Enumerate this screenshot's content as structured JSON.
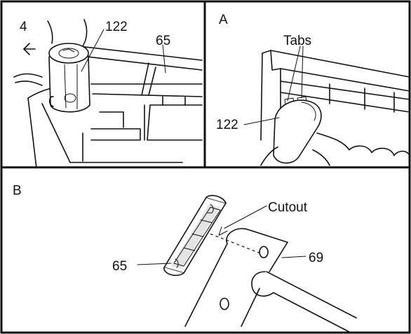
{
  "panel_top_left": {
    "callouts": [
      "4",
      "122",
      "65"
    ]
  },
  "panel_a": {
    "title": "A",
    "callouts": [
      "Tabs",
      "122"
    ]
  },
  "panel_b": {
    "title": "B",
    "callouts": [
      "Cutout",
      "65",
      "69"
    ]
  },
  "colors": {
    "line": "#111111",
    "background": "#ffffff",
    "shade": "#e4e4e4"
  }
}
